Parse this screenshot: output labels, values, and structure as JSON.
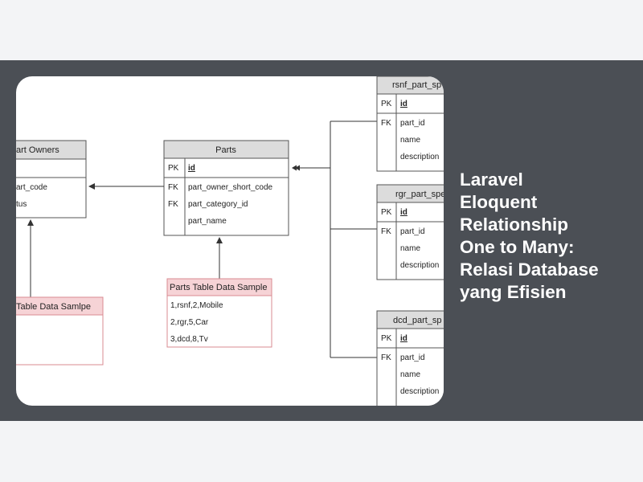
{
  "headline": {
    "lines": [
      "Laravel",
      "Eloquent",
      "Relationship",
      "One to Many:",
      "Relasi Database",
      "yang Efisien"
    ]
  },
  "diagram": {
    "owners_table": {
      "title": "art Owners",
      "fields": [
        "art_code",
        "tus"
      ]
    },
    "parts_table": {
      "title": "Parts",
      "pk_label": "PK",
      "pk_field": "id",
      "fk_label": "FK",
      "fields": [
        "part_owner_short_code",
        "part_category_id",
        "part_name"
      ]
    },
    "owners_sample": {
      "title": "Table Data Samlpe"
    },
    "parts_sample": {
      "title": "Parts Table Data Sample",
      "rows": [
        "1,rsnf,2,Mobile",
        "2,rgr,5,Car",
        "3,dcd,8,Tv"
      ]
    },
    "rsnf_table": {
      "title": "rsnf_part_sp",
      "pk_label": "PK",
      "pk_field": "id",
      "fk_label": "FK",
      "fields": [
        "part_id",
        "name",
        "description"
      ]
    },
    "rgr_table": {
      "title": "rgr_part_spe",
      "pk_label": "PK",
      "pk_field": "id",
      "fk_label": "FK",
      "fields": [
        "part_id",
        "name",
        "description"
      ]
    },
    "dcd_table": {
      "title": "dcd_part_sp",
      "pk_label": "PK",
      "pk_field": "id",
      "fk_label": "FK",
      "fields": [
        "part_id",
        "name",
        "description"
      ]
    }
  },
  "colors": {
    "banner": "#4b4f55",
    "page_bg": "#f3f4f6",
    "header_fill": "#dcdcdc",
    "sample_header": "#f6d3d6",
    "sample_border": "#d98b92"
  }
}
